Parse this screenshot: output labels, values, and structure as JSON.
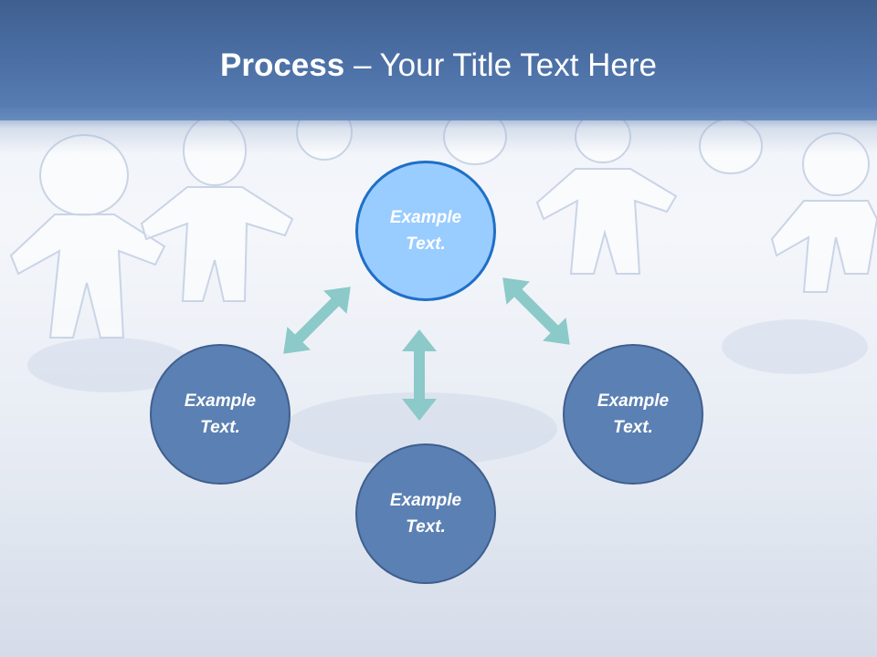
{
  "title": {
    "bold": "Process",
    "rest": " – Your Title Text Here"
  },
  "nodes": {
    "top": "Example\nText.",
    "left": "Example\nText.",
    "right": "Example\nText.",
    "bottom": "Example\nText."
  },
  "colors": {
    "header": "#4a6ea3",
    "center_fill": "#99ccff",
    "center_border": "#1f6fc6",
    "outer_fill": "#5b80b3",
    "arrow": "#8cc9c9"
  }
}
